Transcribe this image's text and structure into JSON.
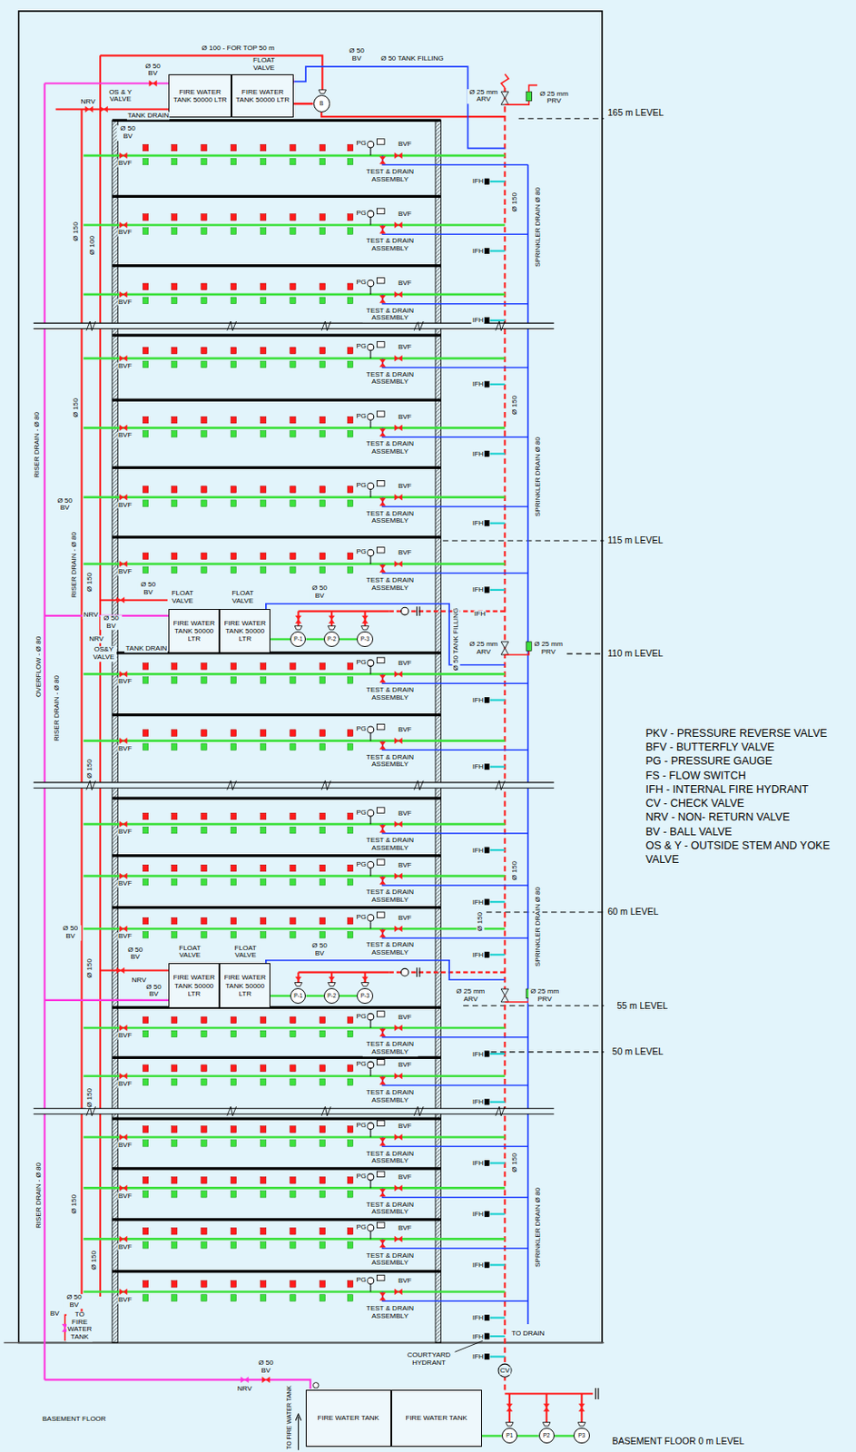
{
  "diagram": {
    "nodes": [
      {
        "text": [
          "FIRE WATER TANK 50000 LTR"
        ]
      },
      {
        "text": [
          "FIRE WATER TANK 50000 LTR"
        ]
      },
      {
        "text": [
          "B"
        ]
      },
      {
        "text": [
          "FIRE WATER TANK 50000 LTR"
        ]
      },
      {
        "text": [
          "FIRE WATER TANK 50000 LTR"
        ]
      },
      {
        "text": [
          "P-1"
        ]
      },
      {
        "text": [
          "P-2"
        ]
      },
      {
        "text": [
          "P-3"
        ]
      },
      {
        "text": [
          "FIRE WATER TANK 50000 LTR"
        ]
      },
      {
        "text": [
          "FIRE WATER TANK 50000 LTR"
        ]
      },
      {
        "text": [
          "P-1"
        ]
      },
      {
        "text": [
          "P-2"
        ]
      },
      {
        "text": [
          "P-3"
        ]
      },
      {
        "text": [
          "FIRE WATER TANK"
        ]
      },
      {
        "text": [
          "FIRE WATER TANK"
        ]
      },
      {
        "text": [
          "P1"
        ]
      },
      {
        "text": [
          "P2"
        ]
      },
      {
        "text": [
          "P3"
        ]
      }
    ],
    "edges": [
      {
        "from": 1,
        "to": 2,
        "arrow": "none"
      },
      {
        "from": 4,
        "to": 5,
        "arrow": "none"
      },
      {
        "from": 5,
        "to": 6,
        "arrow": "none"
      },
      {
        "from": 6,
        "to": 7,
        "arrow": "none"
      },
      {
        "from": 9,
        "to": 10,
        "arrow": "none"
      },
      {
        "from": 10,
        "to": 11,
        "arrow": "none"
      },
      {
        "from": 11,
        "to": 12,
        "arrow": "none"
      },
      {
        "from": 14,
        "to": 15,
        "arrow": "none"
      },
      {
        "from": 15,
        "to": 16,
        "arrow": "none"
      },
      {
        "from": 16,
        "to": 17,
        "arrow": "none"
      }
    ],
    "labels": [
      "BVF",
      "PG",
      "BVF",
      "TEST & DRAIN ASSEMBLY",
      "IFH",
      "BVF",
      "PG",
      "BVF",
      "TEST & DRAIN ASSEMBLY",
      "IFH",
      "BVF",
      "PG",
      "BVF",
      "TEST & DRAIN ASSEMBLY",
      "IFH",
      "BVF",
      "PG",
      "BVF",
      "TEST & DRAIN ASSEMBLY",
      "IFH",
      "BVF",
      "PG",
      "BVF",
      "TEST & DRAIN ASSEMBLY",
      "IFH",
      "BVF",
      "PG",
      "BVF",
      "TEST & DRAIN ASSEMBLY",
      "IFH",
      "BVF",
      "PG",
      "BVF",
      "TEST & DRAIN ASSEMBLY",
      "IFH",
      "BVF",
      "PG",
      "BVF",
      "TEST & DRAIN ASSEMBLY",
      "IFH",
      "BVF",
      "PG",
      "BVF",
      "TEST & DRAIN ASSEMBLY",
      "IFH",
      "BVF",
      "PG",
      "BVF",
      "TEST & DRAIN ASSEMBLY",
      "IFH",
      "BVF",
      "PG",
      "BVF",
      "TEST & DRAIN ASSEMBLY",
      "IFH",
      "BVF",
      "PG",
      "BVF",
      "TEST & DRAIN ASSEMBLY",
      "IFH",
      "BVF",
      "PG",
      "BVF",
      "TEST & DRAIN ASSEMBLY",
      "IFH",
      "BVF",
      "PG",
      "BVF",
      "TEST & DRAIN ASSEMBLY",
      "IFH",
      "BVF",
      "PG",
      "BVF",
      "TEST & DRAIN ASSEMBLY",
      "IFH",
      "BVF",
      "PG",
      "BVF",
      "TEST & DRAIN ASSEMBLY",
      "IFH",
      "BVF",
      "PG",
      "BVF",
      "TEST & DRAIN ASSEMBLY",
      "IFH",
      "BVF",
      "PG",
      "BVF",
      "TEST & DRAIN ASSEMBLY",
      "IFH",
      "Ø 100 - FOR TOP 50 m",
      "Ø 50 BV",
      "FLOAT VALVE",
      "Ø 50 BV",
      "Ø 50 TANK FILLING",
      "Ø 25 mm ARV",
      "Ø 25 mm PRV",
      "165 m LEVEL",
      "NRV",
      "OS & Y VALVE",
      "TANK DRAIN",
      "Ø 50 BV",
      "Ø 150",
      "Ø 100",
      "RISER DRAIN - Ø 80",
      "Ø 150",
      "Ø 150",
      "SPRINKLER DRAIN Ø 80",
      "Ø 150",
      "SPRINKLER DRAIN Ø 80",
      "Ø 50 BV",
      "RISER DRAIN - Ø 80",
      "Ø 150",
      "115 m LEVEL",
      "Ø 50 BV",
      "FLOAT VALVE",
      "FLOAT VALVE",
      "Ø 50 BV",
      "NRV",
      "Ø 50 BV",
      "NRV",
      "OS&Y VALVE",
      "TANK DRAIN",
      "Ø 50 TANK FILLING",
      "IFH",
      "Ø 25 mm ARV",
      "Ø 25 mm PRV",
      "110 m LEVEL",
      "OVERFLOW - Ø 80",
      "RISER DRAIN - Ø 80",
      "Ø 150",
      "Ø 150",
      "60 m LEVEL",
      "Ø 150",
      "Ø 50 BV",
      "Ø 150",
      "Ø 50 BV",
      "FLOAT VALVE",
      "FLOAT VALVE",
      "Ø 50 BV",
      "NRV",
      "Ø 50 BV",
      "Ø 25 mm ARV",
      "Ø 25 mm PRV",
      "SPRINKLER DRAIN Ø 80",
      "55 m LEVEL",
      "50 m LEVEL",
      "Ø 150",
      "Ø 150",
      "SPRINKLER DRAIN Ø 80",
      "RISER DRAIN - Ø 80",
      "Ø 150",
      "Ø 150",
      "Ø 50 BV",
      "BV",
      "TO FIRE WATER TANK",
      "TO DRAIN",
      "COURTYARD HYDRANT",
      "IFH",
      "IFH",
      "CV",
      "Ø 50 BV",
      "NRV",
      "BASEMENT FLOOR",
      "TO FIRE WATER TANK",
      "BASEMENT FLOOR 0 m LEVEL"
    ],
    "legend": [
      {
        "text": "PKV - PRESSURE REVERSE VALVE"
      },
      {
        "text": "BFV - BUTTERFLY VALVE"
      },
      {
        "text": "PG - PRESSURE GAUGE"
      },
      {
        "text": "FS - FLOW SWITCH"
      },
      {
        "text": "IFH - INTERNAL FIRE HYDRANT"
      },
      {
        "text": "CV - CHECK VALVE"
      },
      {
        "text": "NRV - NON- RETURN VALVE"
      },
      {
        "text": "BV - BALL VALVE"
      },
      {
        "text": "OS & Y - OUTSIDE STEM AND YOKE VALVE"
      }
    ]
  }
}
